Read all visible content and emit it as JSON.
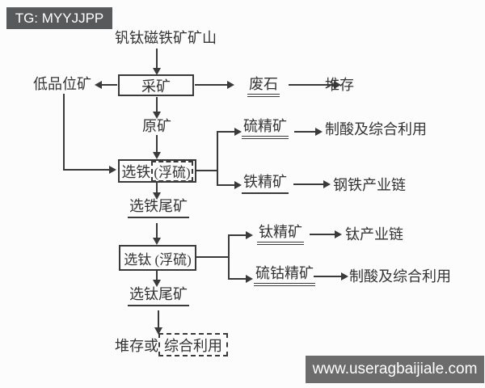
{
  "badge": "TG: MYYJJPP",
  "watermark": "www.useragbaijiale.com",
  "diagram": {
    "source": "钒钛磁铁矿矿山",
    "mining": "采矿",
    "low_grade_ore": "低品位矿",
    "waste_rock": "废石",
    "stockpile": "堆存",
    "raw_ore": "原矿",
    "iron_separation": "选铁",
    "iron_separation_note": "(浮硫)",
    "sulfur_concentrate": "硫精矿",
    "sulfur_use": "制酸及综合利用",
    "iron_concentrate": "铁精矿",
    "steel_chain": "钢铁产业链",
    "iron_tailings": "选铁尾矿",
    "titanium_separation": "选钛 (浮硫)",
    "titanium_concentrate": "钛精矿",
    "titanium_chain": "钛产业链",
    "sulfur_cobalt_concentrate": "硫钴精矿",
    "sulfur_cobalt_use": "制酸及综合利用",
    "titanium_tailings": "选钛尾矿",
    "final_prefix": "堆存或",
    "final_boxed": "综合利用"
  },
  "colors": {
    "line": "#3a3a3a",
    "text": "#333333",
    "badge_bg": "#58595b",
    "watermark_bg": "#6c6c6c",
    "background": "#fcfcfc"
  }
}
